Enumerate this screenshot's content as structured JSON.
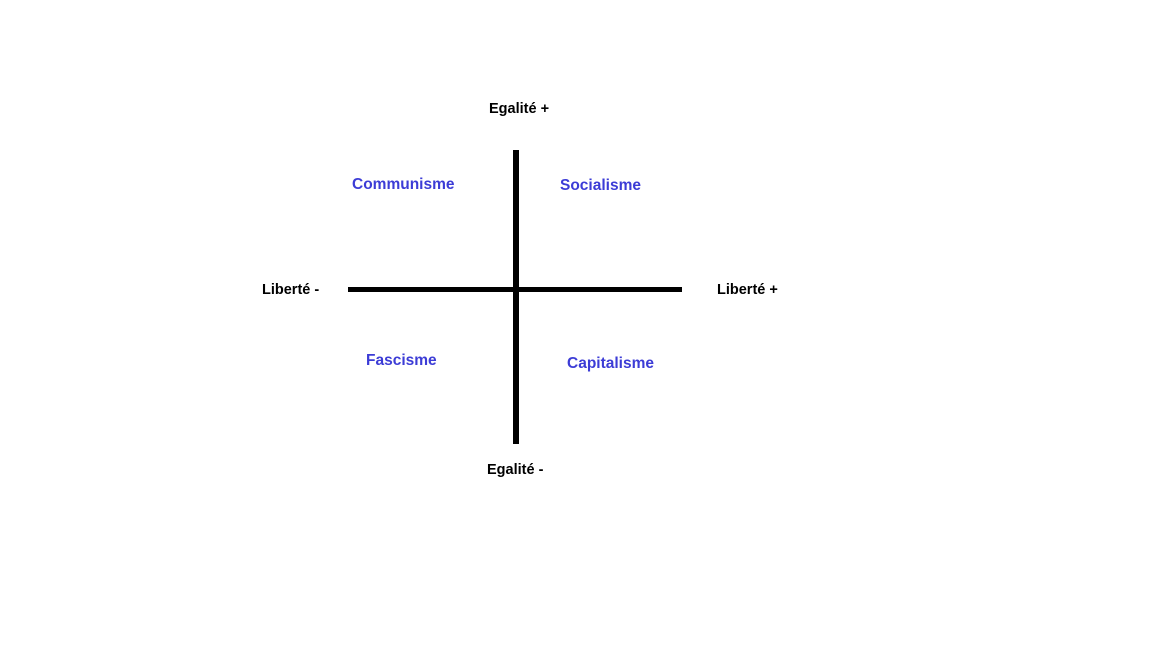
{
  "chart_data": {
    "type": "scatter",
    "title": "",
    "xlabel": "Liberté",
    "ylabel": "Egalité",
    "grid": false,
    "legend": "none",
    "axes": {
      "vertical": {
        "name": "Egalité",
        "positive_label": "Egalité +",
        "negative_label": "Egalité -",
        "color": "#000000"
      },
      "horizontal": {
        "name": "Liberté",
        "positive_label": "Liberté +",
        "negative_label": "Liberté -",
        "color": "#000000"
      }
    },
    "quadrants": [
      {
        "id": "top-left",
        "label": "Communisme",
        "liberte": "-",
        "egalite": "+",
        "color": "#3c3cd6"
      },
      {
        "id": "top-right",
        "label": "Socialisme",
        "liberte": "+",
        "egalite": "+",
        "color": "#3c3cd6"
      },
      {
        "id": "bottom-left",
        "label": "Fascisme",
        "liberte": "-",
        "egalite": "-",
        "color": "#3c3cd6"
      },
      {
        "id": "bottom-right",
        "label": "Capitalisme",
        "liberte": "+",
        "egalite": "-",
        "color": "#3c3cd6"
      }
    ]
  },
  "diagram": {
    "background_color": "#ffffff",
    "axis_color": "#000000",
    "label_color": "#3c3cd6",
    "pole_label_color": "#000000",
    "poles": {
      "top": "Egalité +",
      "bottom": "Egalité -",
      "left": "Liberté -",
      "right": "Liberté +"
    },
    "quadrant_labels": {
      "top_left": "Communisme",
      "top_right": "Socialisme",
      "bottom_left": "Fascisme",
      "bottom_right": "Capitalisme"
    }
  }
}
